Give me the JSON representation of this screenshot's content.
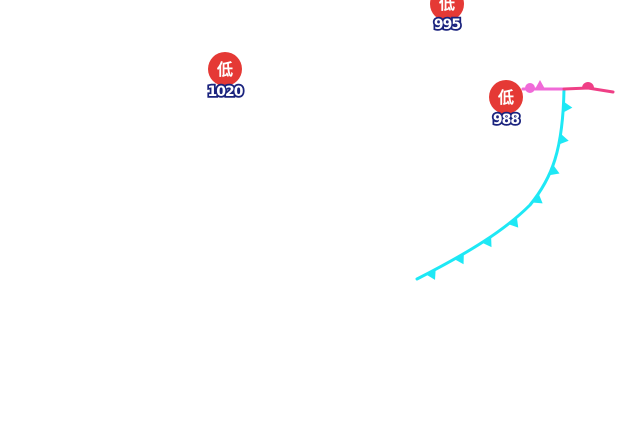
{
  "map": {
    "low_pressure_centers": [
      {
        "symbol": "低",
        "pressure": "995",
        "color": "#e53935"
      },
      {
        "symbol": "低",
        "pressure": "1020",
        "color": "#e53935"
      },
      {
        "symbol": "低",
        "pressure": "988",
        "color": "#e53935"
      }
    ],
    "fronts": [
      {
        "type": "cold",
        "color": "#1ee8f5"
      },
      {
        "type": "occluded",
        "color": "#f06ad8"
      },
      {
        "type": "warm",
        "color": "#ef3f86"
      }
    ],
    "label_outline_color": "#1a237e"
  }
}
